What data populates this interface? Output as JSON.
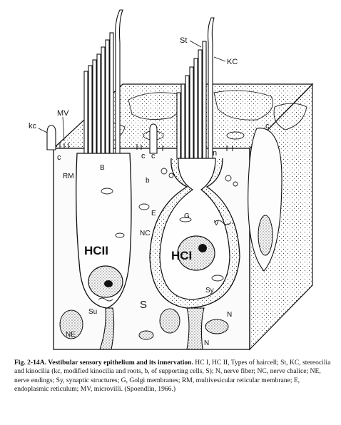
{
  "figure": {
    "labels": {
      "st": "St",
      "kc_top": "KC",
      "mv": "MV",
      "kc_left": "kc",
      "c1": "c",
      "c2": "c",
      "c3": "c",
      "c4": "c",
      "rm": "RM",
      "b": "B",
      "b_small": "b",
      "n_mid": "n",
      "hc2": "HCII",
      "hc1": "HCI",
      "e": "E",
      "nc": "NC",
      "g": "G",
      "v": "V",
      "sy": "Sy",
      "su": "Su",
      "s": "S",
      "ne": "NE",
      "n1": "N",
      "n2": "N"
    }
  },
  "caption": {
    "lead": "Fig. 2-14A. Vestibular sensory epithelium and its innervation.",
    "body": " HC I, HC II, Types of haircell; St, KC, stereocilia and kinocilia (kc, modified kinocilia and roots, b, of supporting cells, S); N, nerve fiber; NC, nerve chalice; NE, nerve endings; Sy, synaptic structures; G, Golgi membranes; RM, multivesicular reticular membrane; E, endoplasmic reticulum; MV, microvilli. (Spoendlin, 1966.)"
  }
}
